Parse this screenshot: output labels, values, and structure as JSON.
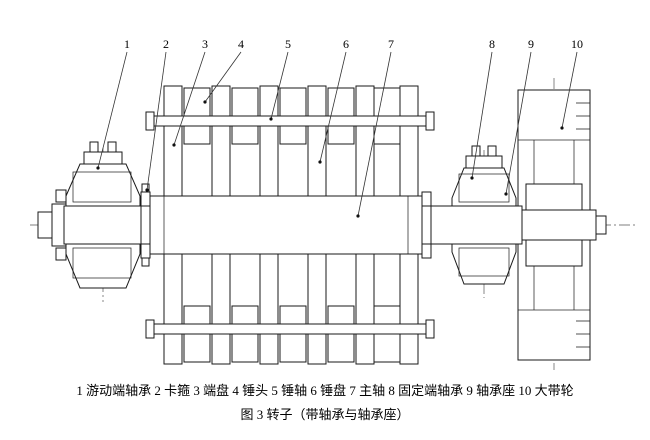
{
  "figure": {
    "legend": "1 游动端轴承 2 卡箍 3 端盘 4 锤头 5 锤轴 6 锤盘 7 主轴 8 固定端轴承 9 轴承座 10 大带轮",
    "caption": "图 3  转子（带轴承与轴承座）"
  },
  "callouts": [
    {
      "num": "1",
      "part": "游动端轴承"
    },
    {
      "num": "2",
      "part": "卡箍"
    },
    {
      "num": "3",
      "part": "端盘"
    },
    {
      "num": "4",
      "part": "锤头"
    },
    {
      "num": "5",
      "part": "锤轴"
    },
    {
      "num": "6",
      "part": "锤盘"
    },
    {
      "num": "7",
      "part": "主轴"
    },
    {
      "num": "8",
      "part": "固定端轴承"
    },
    {
      "num": "9",
      "part": "轴承座"
    },
    {
      "num": "10",
      "part": "大带轮"
    }
  ],
  "drawing": {
    "line_color": "#1a1a1a",
    "background": "#ffffff"
  }
}
